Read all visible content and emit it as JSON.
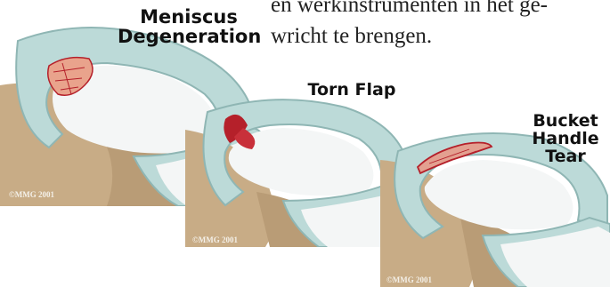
{
  "body_text": {
    "line1": "en werkinstrumenten in het ge-",
    "line2": "wricht te brengen."
  },
  "labels": {
    "meniscus_degeneration": [
      "Meniscus",
      "Degeneration"
    ],
    "torn_flap": "Torn Flap",
    "bucket_handle_tear": [
      "Bucket",
      "Handle",
      "Tear"
    ]
  },
  "copyright": "©MMG 2001",
  "colors": {
    "bone": "#c8ac86",
    "bone_dark": "#a88e6a",
    "cartilage": "#bcdad8",
    "cartilage_dark": "#8fb6b4",
    "surface": "#f4f6f6",
    "tear": "#b5202a"
  }
}
